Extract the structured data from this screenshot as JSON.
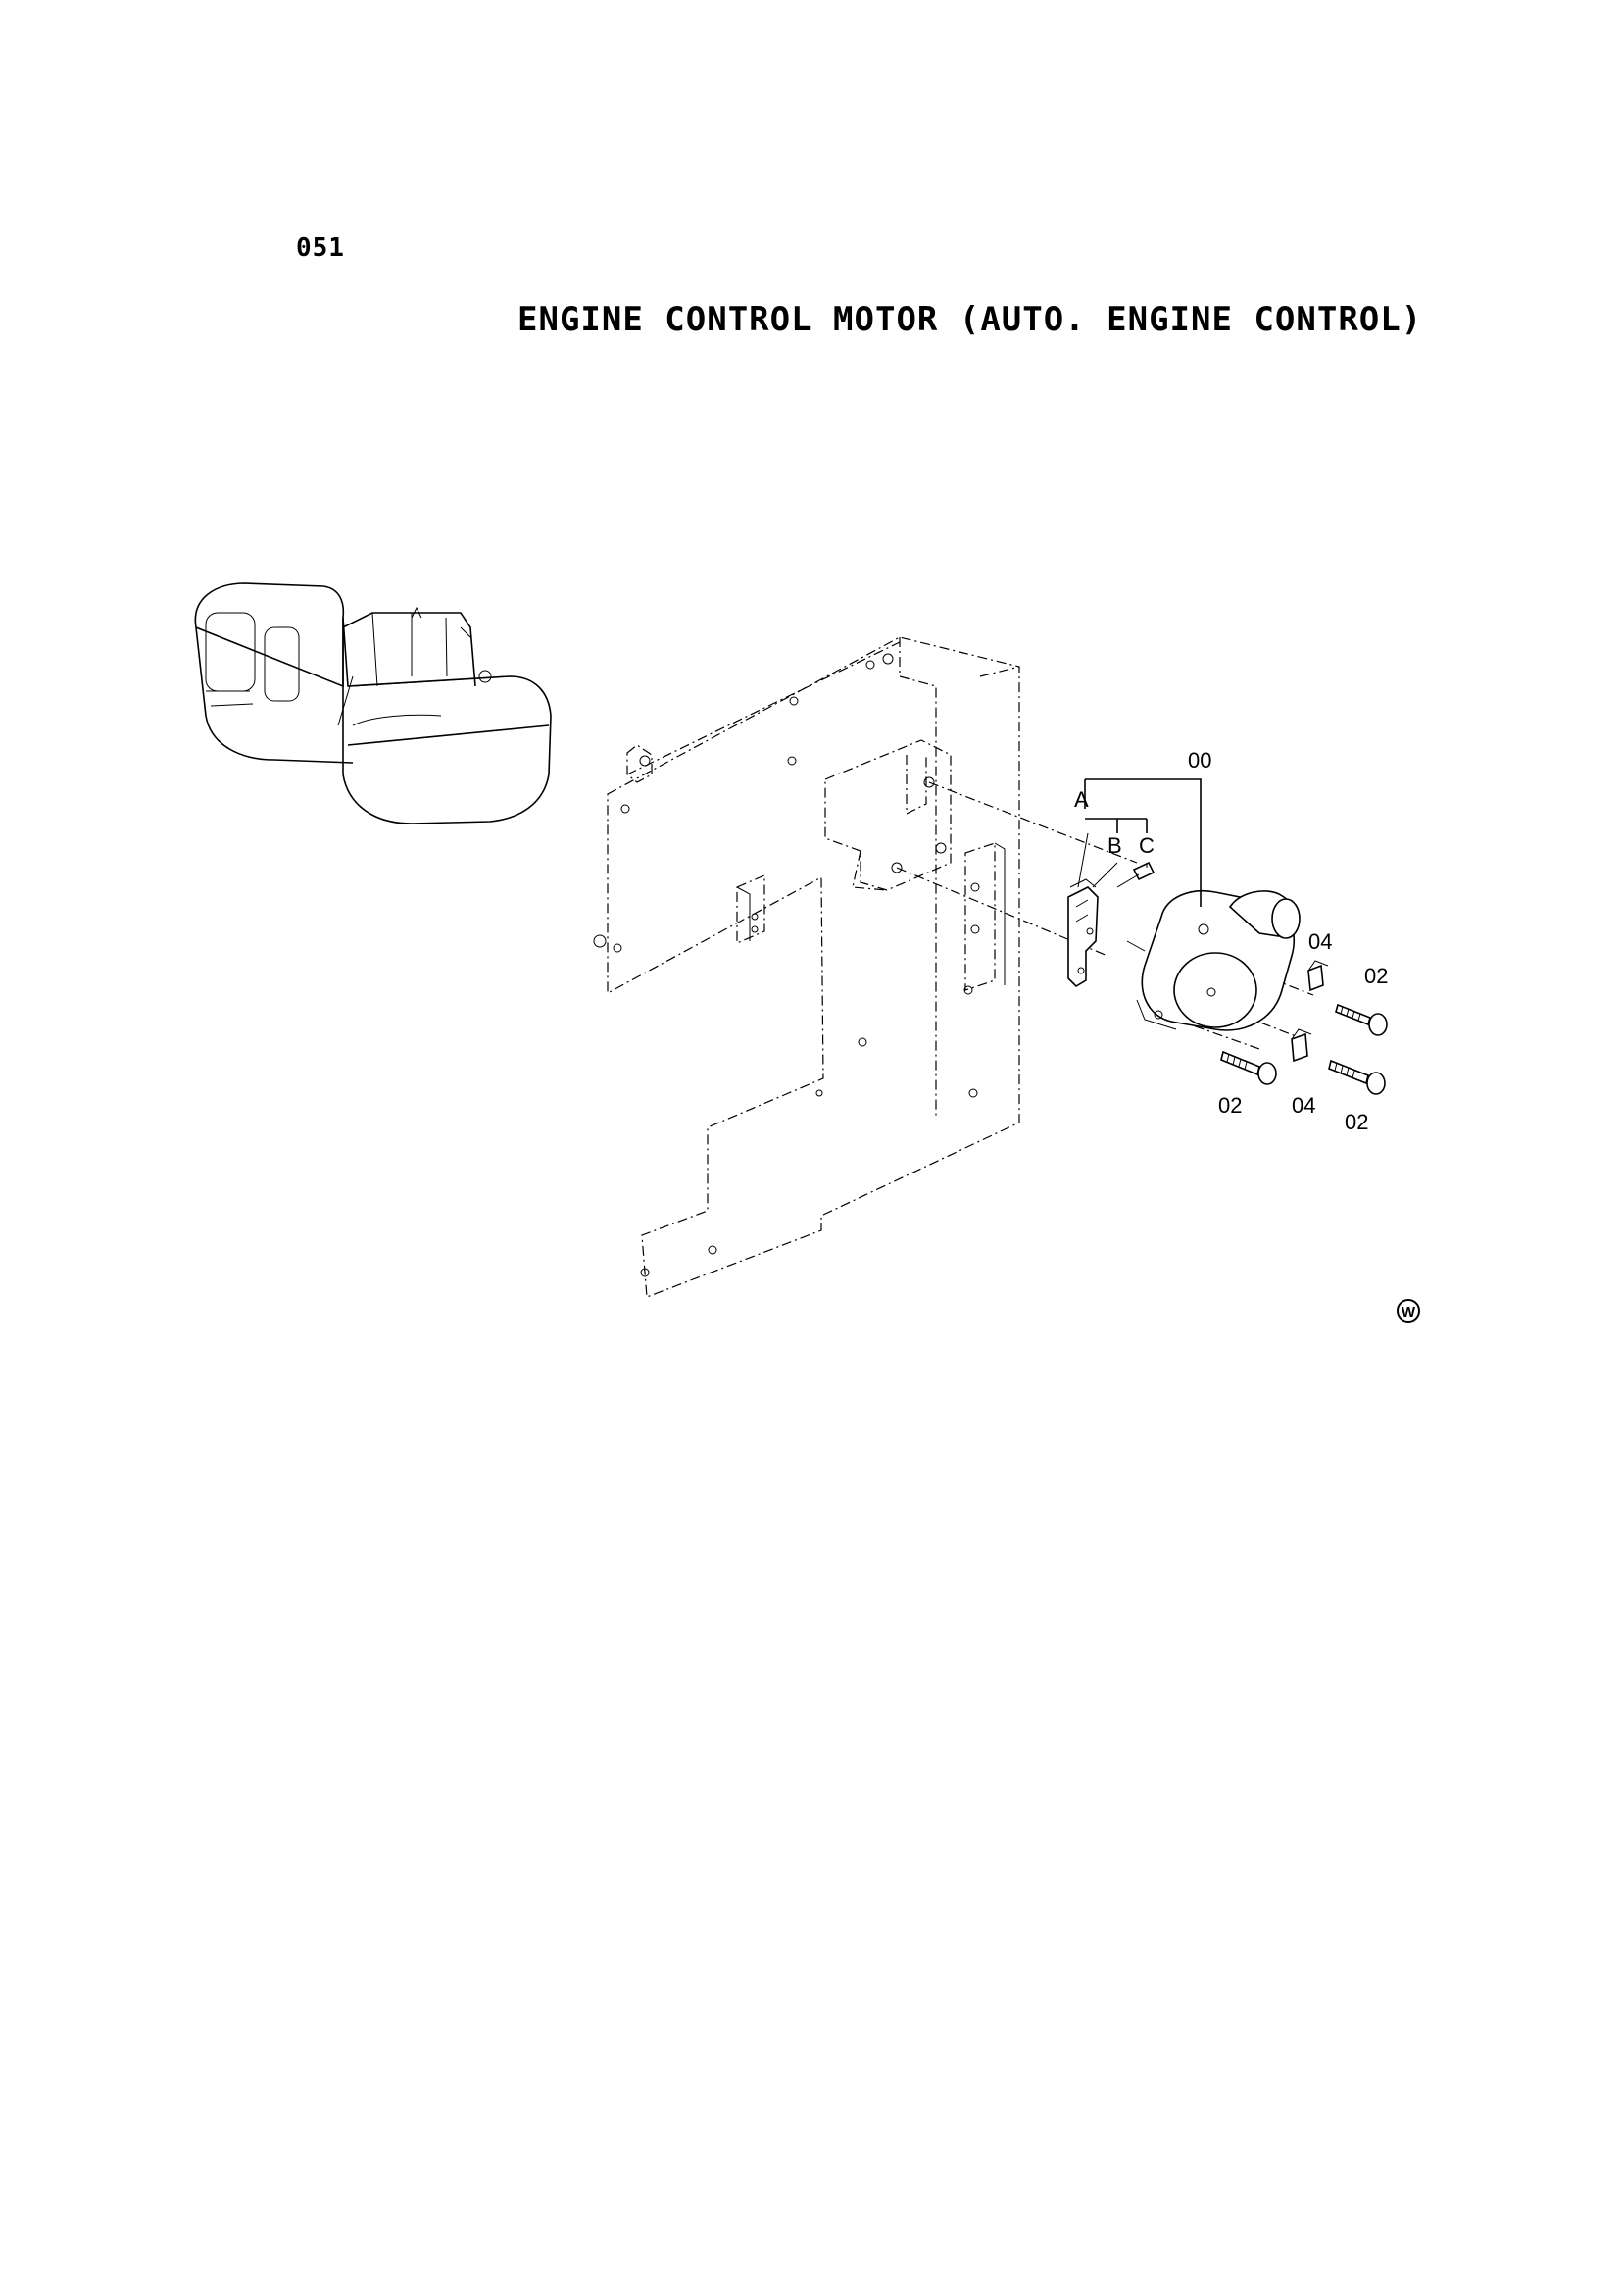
{
  "page_number": "051",
  "title": "ENGINE CONTROL MOTOR (AUTO. ENGINE CONTROL)",
  "callouts": {
    "assembly": "00",
    "sub_a": "A",
    "sub_b": "B",
    "sub_c": "C",
    "washer_top": "04",
    "bolt_top_right": "02",
    "bolt_bottom_left": "02",
    "washer_bottom": "04",
    "bolt_bottom_right": "02"
  },
  "watermark": "W"
}
